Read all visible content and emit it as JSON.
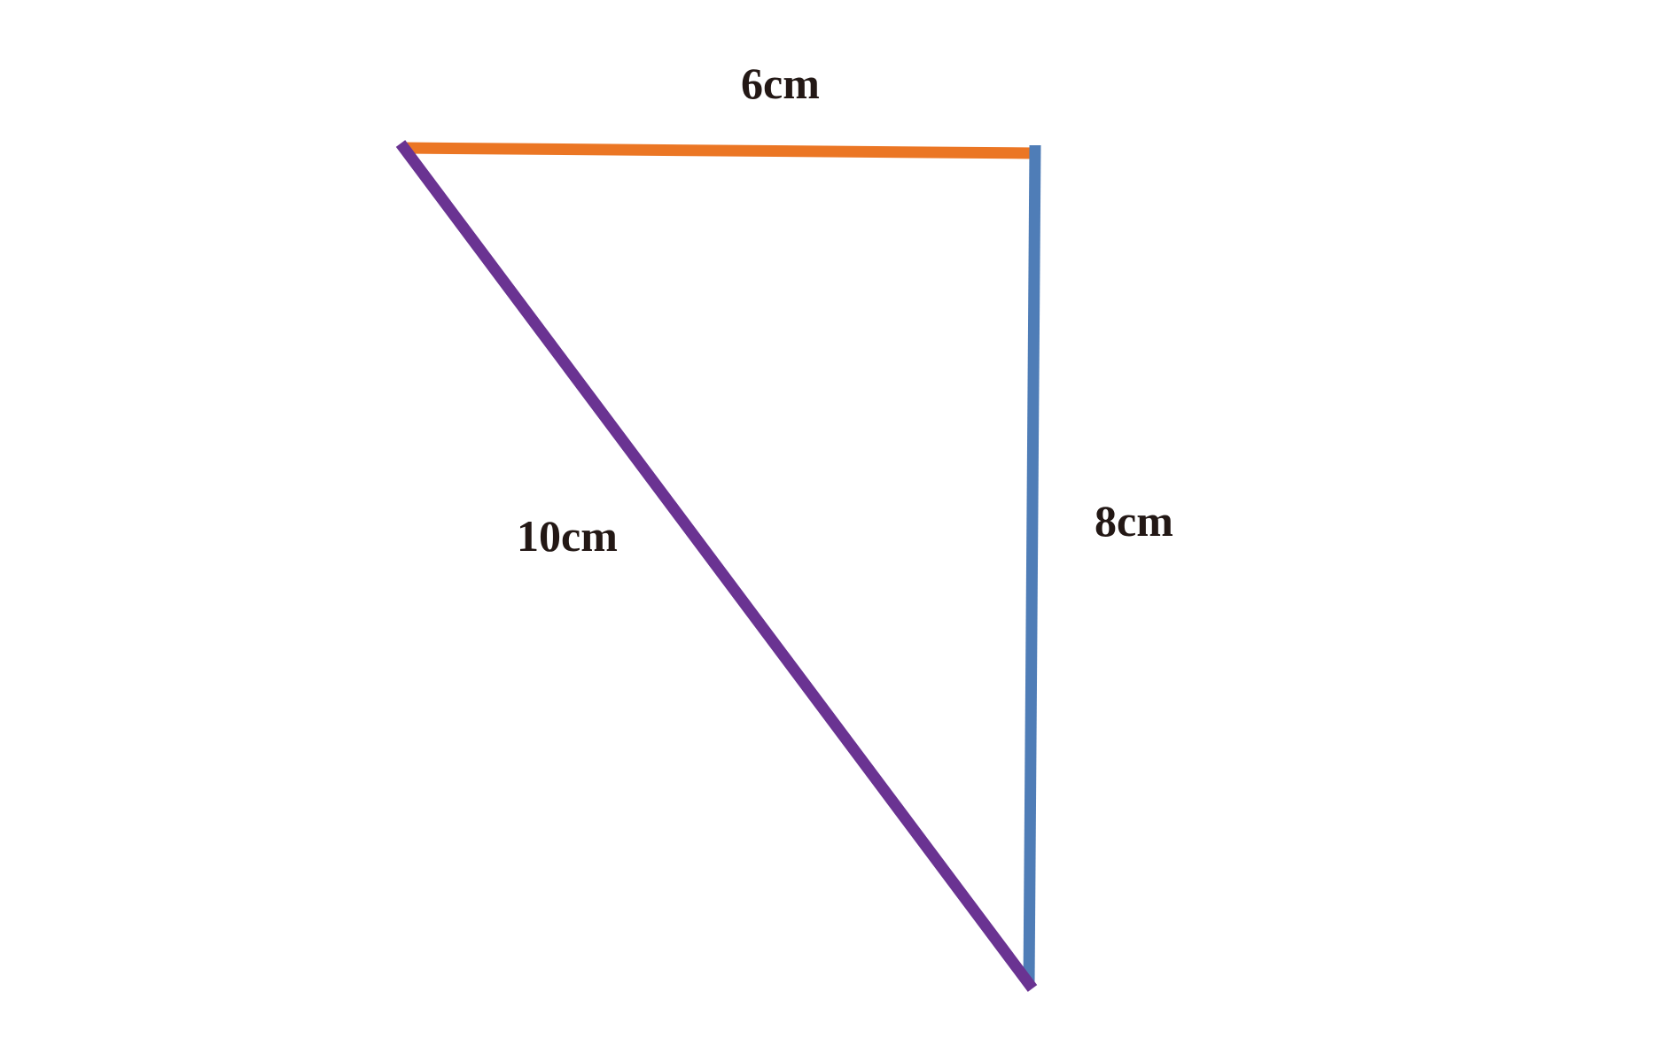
{
  "triangle": {
    "top_side": {
      "label": "6cm",
      "color": "#EB7624"
    },
    "right_side": {
      "label": "8cm",
      "color": "#4F7DB7"
    },
    "hypotenuse": {
      "label": "10cm",
      "color": "#6A3392"
    }
  },
  "label_color": "#231815"
}
